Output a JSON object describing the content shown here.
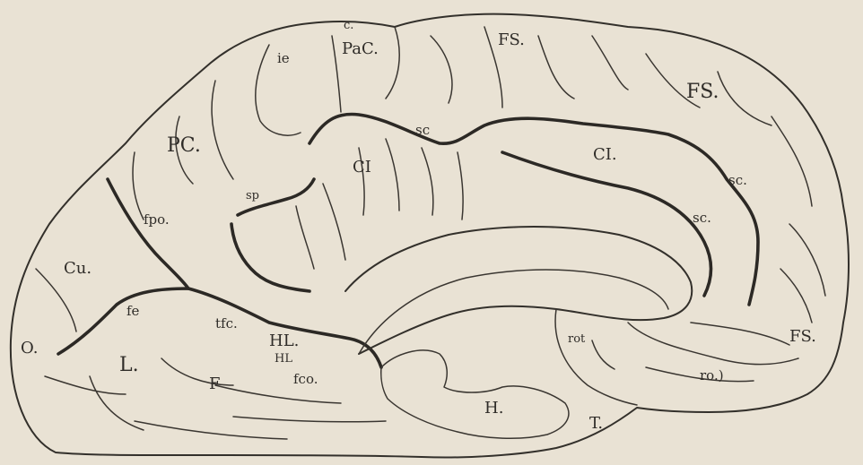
{
  "labels": {
    "c": "c.",
    "PaC": "PaC.",
    "ie": "ie",
    "FS_top": "FS.",
    "FS_right": "FS.",
    "FS_bottom": "FS.",
    "PC": "PC.",
    "sc_top": "sc",
    "sc_right1": "sc.",
    "sc_right2": "sc.",
    "CI_left": "CI",
    "CI_right": "CI.",
    "sp": "sp",
    "fpo": "fpo.",
    "Cu": "Cu.",
    "fe": "fe",
    "O": "O.",
    "L": "L.",
    "tfc": "tfc.",
    "HL_upper": "HL.",
    "HL_lower": "HL",
    "F": "F",
    "fco": "fco.",
    "H": "H.",
    "rot": "rot",
    "T": "T.",
    "ro": "ro.)"
  }
}
